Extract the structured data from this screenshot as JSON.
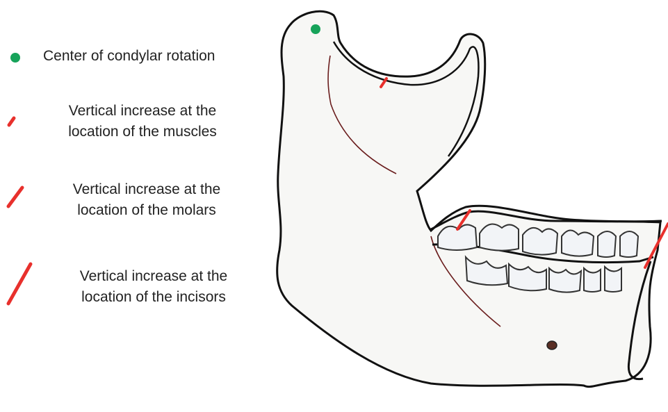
{
  "legend": {
    "items": [
      {
        "id": "condyle",
        "symbol": "green-dot",
        "color": "#17a35a",
        "lines": [
          "Center of condylar rotation"
        ]
      },
      {
        "id": "muscles",
        "symbol": "short-red-line",
        "color": "#e8302c",
        "lines": [
          "Vertical increase at the",
          "location of the muscles"
        ]
      },
      {
        "id": "molars",
        "symbol": "medium-red-line",
        "color": "#e8302c",
        "lines": [
          "Vertical increase at the",
          "location of the molars"
        ]
      },
      {
        "id": "incisors",
        "symbol": "long-red-line",
        "color": "#e8302c",
        "lines": [
          "Vertical increase at the",
          "location of the incisors"
        ]
      }
    ]
  },
  "colors": {
    "outline": "#111111",
    "marker_red": "#e8302c",
    "condyle_green": "#17a35a"
  }
}
